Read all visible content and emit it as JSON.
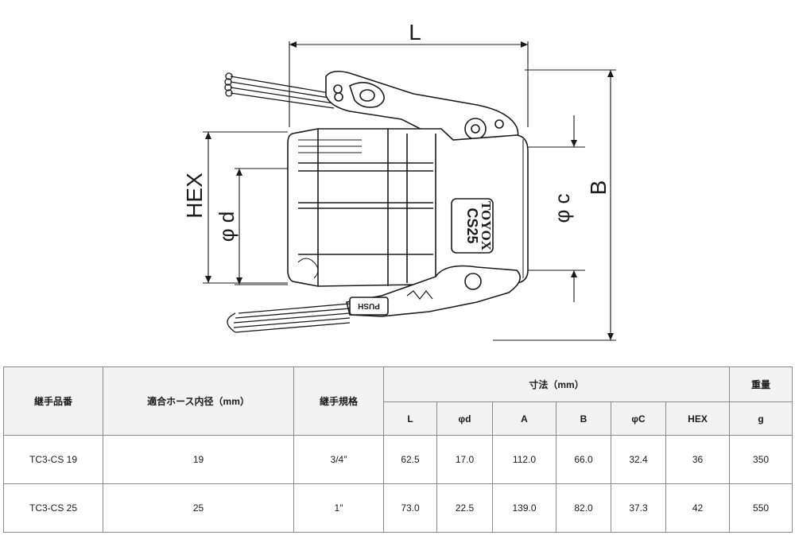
{
  "drawing": {
    "labels": {
      "L": "L",
      "HEX": "HEX",
      "d": "φ d",
      "c": "φ c",
      "B": "B",
      "body_mark_1": "CS25",
      "body_mark_2": "TOYOX",
      "push": "PUSH"
    },
    "colors": {
      "line": "#1a1a1a",
      "body": "#ffffff"
    }
  },
  "table": {
    "headers": {
      "part_no": "継手品番",
      "hose_id": "適合ホース内径（mm）",
      "size": "継手規格",
      "dimensions": "寸法（mm）",
      "weight": "重量",
      "L": "L",
      "phi_d": "φd",
      "A": "A",
      "B": "B",
      "phi_C": "φC",
      "HEX": "HEX",
      "g": "g"
    },
    "rows": [
      {
        "part_no": "TC3-CS 19",
        "hose_id": "19",
        "size": "3/4″",
        "L": "62.5",
        "phi_d": "17.0",
        "A": "112.0",
        "B": "66.0",
        "phi_C": "32.4",
        "HEX": "36",
        "g": "350"
      },
      {
        "part_no": "TC3-CS 25",
        "hose_id": "25",
        "size": "1″",
        "L": "73.0",
        "phi_d": "22.5",
        "A": "139.0",
        "B": "82.0",
        "phi_C": "37.3",
        "HEX": "42",
        "g": "550"
      }
    ]
  }
}
